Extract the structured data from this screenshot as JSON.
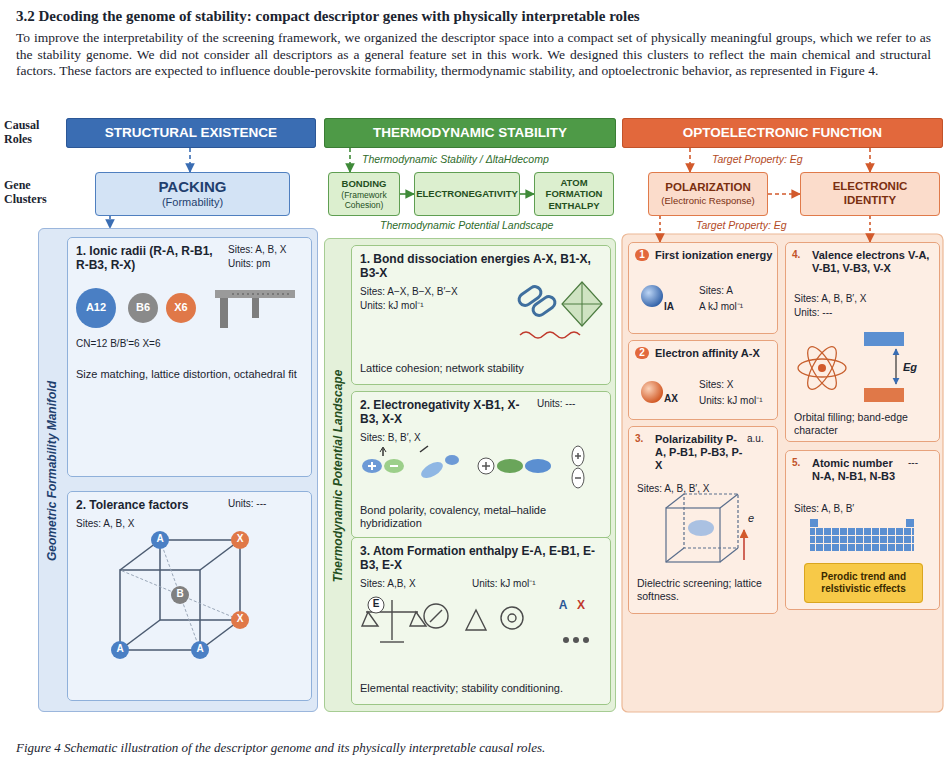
{
  "diagram": {
    "title": "3.2 Decoding the genome of stability: compact descriptor genes with physically interpretable roles",
    "caption": "Figure 4 Schematic illustration of the descriptor genome and its physically interpretable causal roles.",
    "nodes": [
      {
        "text": [
          "STRUCTURAL EXISTENCE"
        ]
      },
      {
        "text": [
          "THERMODYNAMIC STABILITY"
        ]
      },
      {
        "text": [
          "OPTOELECTRONIC FUNCTION"
        ]
      },
      {
        "text": [
          "PACKING",
          "(Formability)"
        ]
      },
      {
        "text": [
          "BONDING",
          "(Framework Cohesion)"
        ]
      },
      {
        "text": [
          "ELECTRONEGATIVITY"
        ]
      },
      {
        "text": [
          "ATOM FORMATION ENTHALPY"
        ]
      },
      {
        "text": [
          "POLARIZATION",
          "(Electronic Response)"
        ]
      },
      {
        "text": [
          "ELECTRONIC IDENTITY"
        ]
      },
      {
        "text": [
          "Geometric Formability Manifold"
        ]
      },
      {
        "text": [
          "1. Ionic radii (R-A, R-B1, R-B3, R-X)",
          "Sites: A, B, X",
          "Units: pm",
          "CN=12 B/B'=6 X=6",
          "Size matching, lattice distortion, octahedral fit"
        ],
        "in": 9
      },
      {
        "text": [
          "2. Tolerance factors",
          "Units: ---",
          "Sites: A, B, X"
        ],
        "in": 9
      },
      {
        "text": [
          "Thermodynamic Potential Landscape"
        ]
      },
      {
        "text": [
          "1. Bond dissociation energies A-X, B1-X, B3-X",
          "Sites: A−X, B−X, B′−X",
          "Units: kJ mol⁻¹",
          "Lattice cohesion; network stability"
        ],
        "in": 12
      },
      {
        "text": [
          "2. Electronegativity X-B1, X-B3, X-X",
          "Units: ---",
          "Sites: B, B′, X",
          "Bond polarity, covalency, metal–halide hybridization"
        ],
        "in": 12
      },
      {
        "text": [
          "3. Atom Formation enthalpy E-A, E-B1, E-B3, E-X",
          "Sites: A,B, X",
          "Units: kJ mol⁻¹",
          "Elemental reactivity; stability conditioning."
        ],
        "in": 12
      },
      {
        "text": [
          "1",
          "First ionization energy",
          "Sites: A",
          "A kJ mol⁻¹"
        ]
      },
      {
        "text": [
          "2",
          "Electron affinity A-X",
          "Sites: X",
          "Units: kJ mol⁻¹"
        ]
      },
      {
        "text": [
          "3.",
          "Polarizability P-A, P-B1, P-B3, P-X",
          "a.u.",
          "Sites: A, B, B′, X",
          "Dielectric screening; lattice softness."
        ]
      },
      {
        "text": [
          "4.",
          "Valence electrons V-A, V-B1, V-B3, V-X",
          "Sites: A, B, B′, X",
          "Units: ---",
          "Orbital filling; band-edge character"
        ]
      },
      {
        "text": [
          "5.",
          "Atomic number N-A, N-B1, N-B3",
          "---",
          "Sites: A, B, B′"
        ]
      },
      {
        "text": [
          "Perodic trend and relstivistic effects"
        ],
        "in": 20
      }
    ],
    "edges": [
      {
        "from": 0,
        "to": 3,
        "arrow": "to"
      },
      {
        "from": 1,
        "to": 4,
        "arrow": "to"
      },
      {
        "from": 2,
        "to": 7,
        "arrow": "to"
      },
      {
        "from": 2,
        "to": 8,
        "arrow": "to"
      },
      {
        "from": 3,
        "to": 9,
        "arrow": "to"
      },
      {
        "from": 4,
        "to": 5,
        "arrow": "to"
      },
      {
        "from": 5,
        "to": 6,
        "arrow": "to"
      },
      {
        "from": 7,
        "to": 8,
        "arrow": "to"
      },
      {
        "from": 7,
        "to": 16,
        "arrow": "to"
      },
      {
        "from": 8,
        "to": 19,
        "arrow": "to"
      }
    ],
    "labels": [
      "To improve the interpretability of the screening framework, we organized the descriptor space into a compact set of physically meaningful groups, which we refer to as the stability genome. We did not consider all descriptors as a general feature set in this work. We designed this clusters to reflect the main chemical and structural factors. These factors are expected to influence double-perovskite formability, thermodynamic stability, and optoelectronic behavior, as represented in Figure 4.",
      "Causal Roles",
      "Gene Clusters",
      "Thermodynamic Stability / ΔltaHdecomp",
      "Target Property: Eg",
      "Thermodynamic Potential Landscape",
      "Target Property: Eg",
      "A12",
      "B6",
      "X6",
      "A",
      "X",
      "B",
      "A",
      "A",
      "X",
      "E",
      "A",
      "X",
      "IA",
      "AX",
      "e",
      "Eg"
    ]
  }
}
